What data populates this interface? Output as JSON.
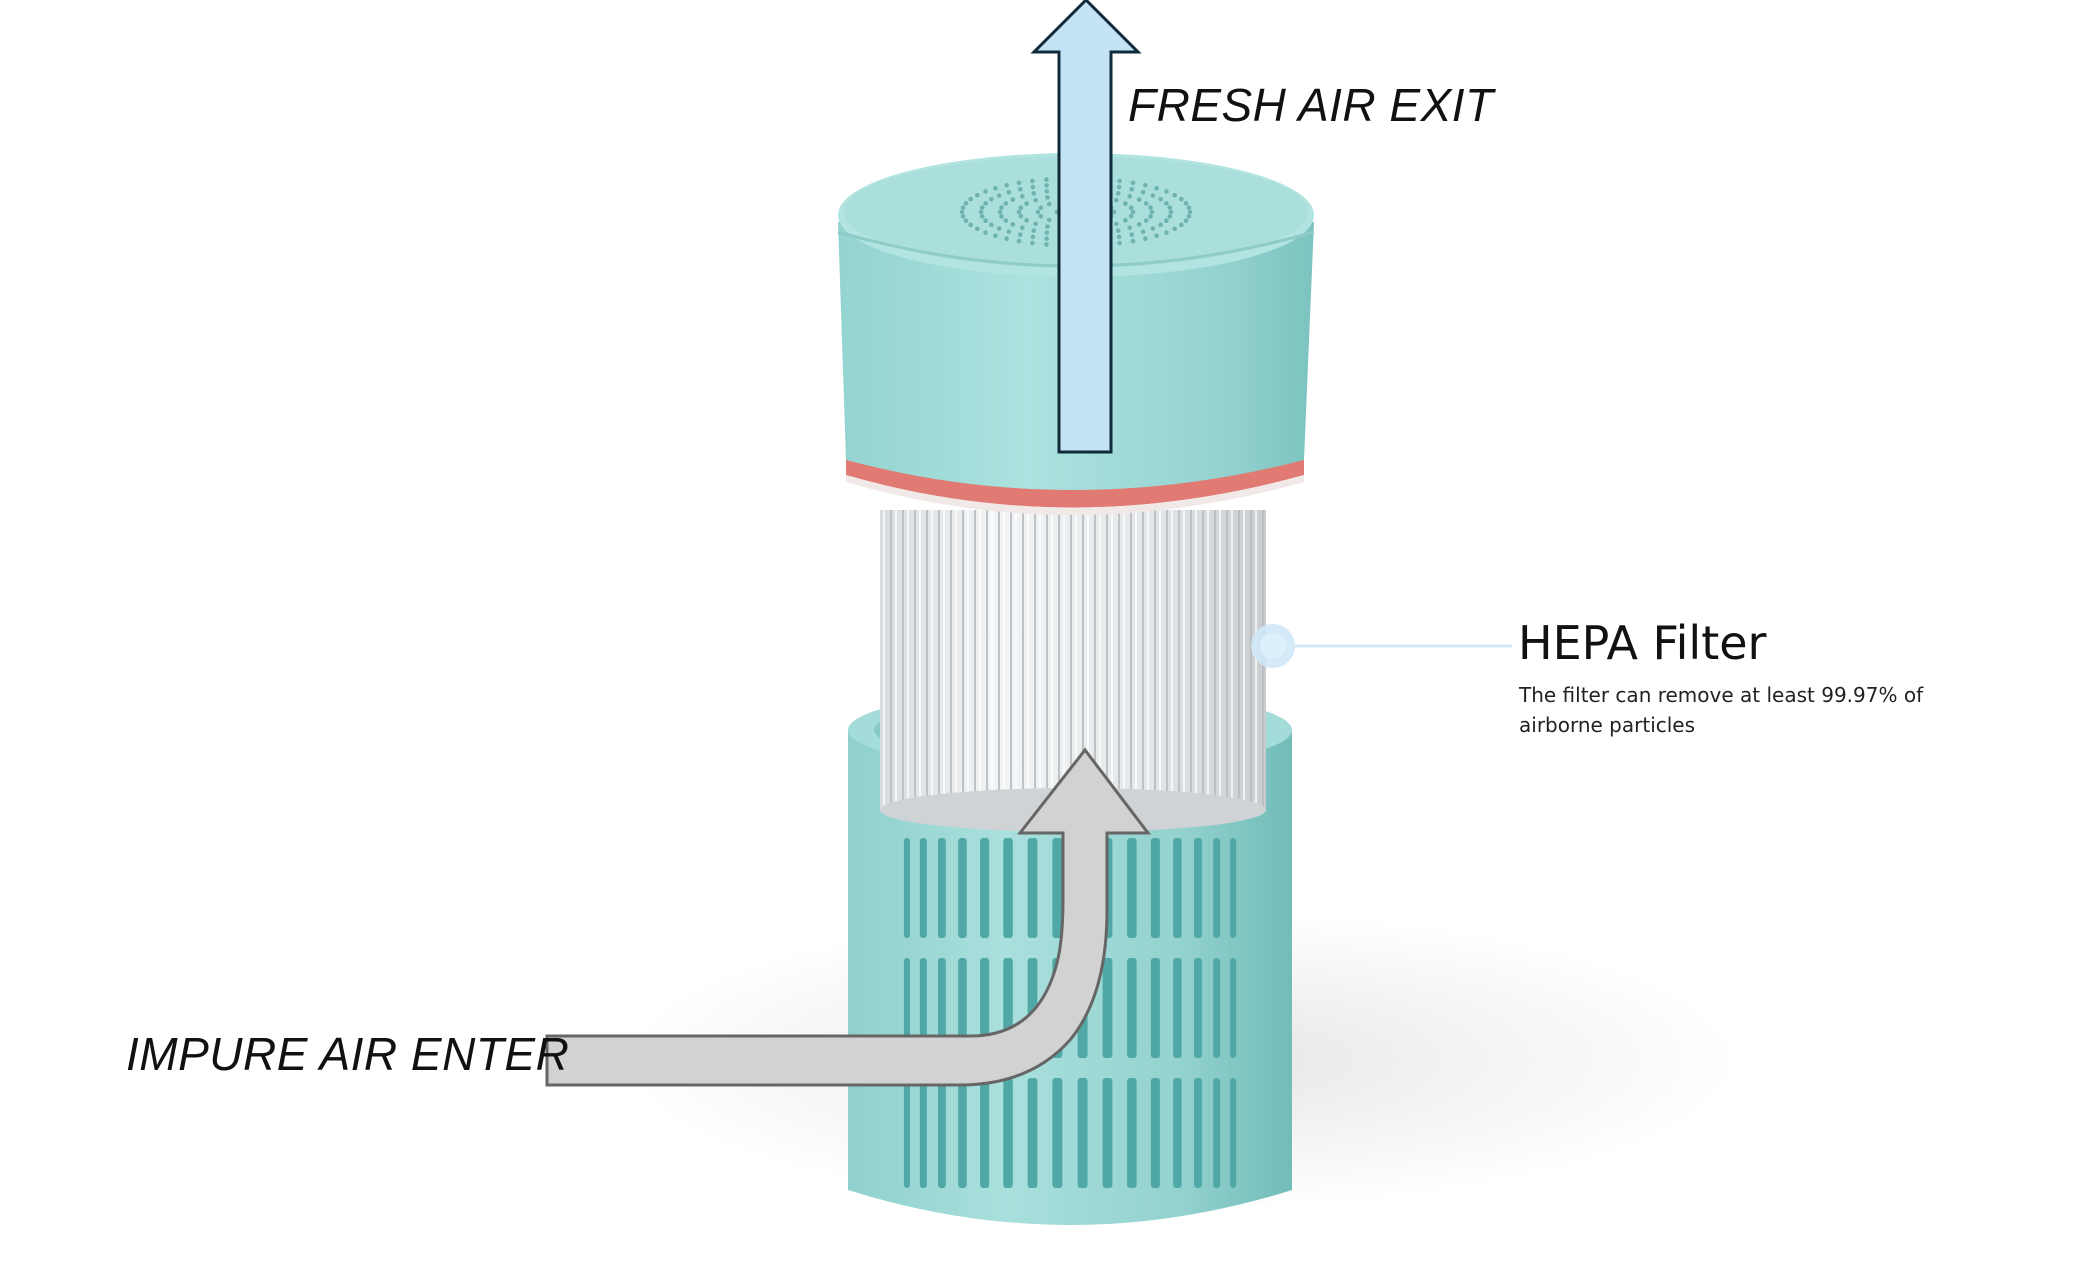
{
  "diagram": {
    "labels": {
      "fresh_air": "FRESH AIR EXIT",
      "impure_air": "IMPURE AIR ENTER"
    },
    "callout": {
      "title": "HEPA Filter",
      "description": "The filter can remove at least 99.97% of airborne particles"
    }
  },
  "colors": {
    "housing": "#9ed9d6",
    "housing_shadow": "#6fbcb9",
    "gasket": "#e07a72",
    "filter": "#e6e9eb",
    "fresh_arrow_fill": "#c4e4f5",
    "fresh_arrow_stroke": "#102a3a",
    "impure_arrow_fill": "#d2d2d2",
    "impure_arrow_stroke": "#666666",
    "callout_dot": "#cfe8f7"
  }
}
